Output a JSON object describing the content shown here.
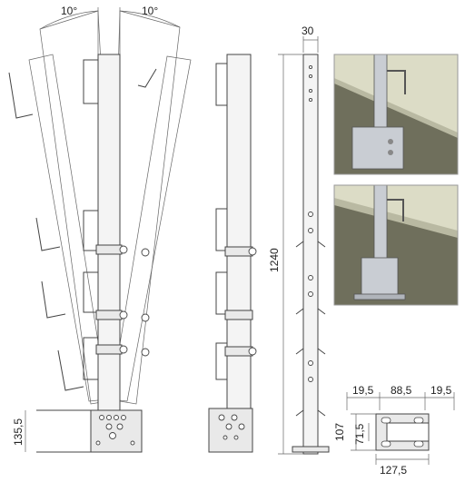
{
  "dimensions": {
    "angle_left": "10°",
    "angle_right": "10°",
    "post_width": "30",
    "post_height": "1240",
    "base_height": "135,5",
    "base_margin_left": "19,5",
    "base_center": "88,5",
    "base_margin_right": "19,5",
    "base_depth": "107",
    "base_inner": "71,5",
    "base_width": "127,5"
  },
  "colors": {
    "photo_bg": "#dcdcc6",
    "photo_wall": "#6f6f5c",
    "metal": "#c9cdd3"
  }
}
